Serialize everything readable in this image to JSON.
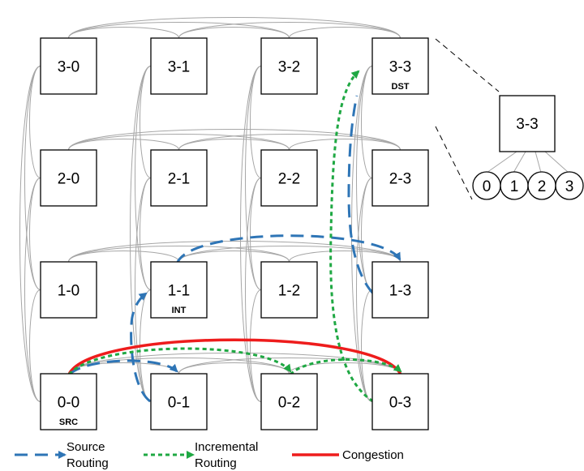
{
  "nodes": [
    {
      "id": "0-0",
      "tag": "SRC"
    },
    {
      "id": "0-1",
      "tag": ""
    },
    {
      "id": "0-2",
      "tag": ""
    },
    {
      "id": "0-3",
      "tag": ""
    },
    {
      "id": "1-0",
      "tag": ""
    },
    {
      "id": "1-1",
      "tag": "INT"
    },
    {
      "id": "1-2",
      "tag": ""
    },
    {
      "id": "1-3",
      "tag": ""
    },
    {
      "id": "2-0",
      "tag": ""
    },
    {
      "id": "2-1",
      "tag": ""
    },
    {
      "id": "2-2",
      "tag": ""
    },
    {
      "id": "2-3",
      "tag": ""
    },
    {
      "id": "3-0",
      "tag": ""
    },
    {
      "id": "3-1",
      "tag": ""
    },
    {
      "id": "3-2",
      "tag": ""
    },
    {
      "id": "3-3",
      "tag": "DST"
    }
  ],
  "zoom": {
    "node": "3-3",
    "cores": [
      "0",
      "1",
      "2",
      "3"
    ]
  },
  "colors": {
    "source_routing": "#2e75b6",
    "incremental_routing": "#1fa843",
    "congestion": "#ee1c1c",
    "links": "#a6a6a6"
  },
  "legend": [
    {
      "key": "source_routing",
      "line1": "Source",
      "line2": "Routing"
    },
    {
      "key": "incremental_routing",
      "line1": "Incremental",
      "line2": "Routing"
    },
    {
      "key": "congestion",
      "line1": "Congestion",
      "line2": ""
    }
  ]
}
